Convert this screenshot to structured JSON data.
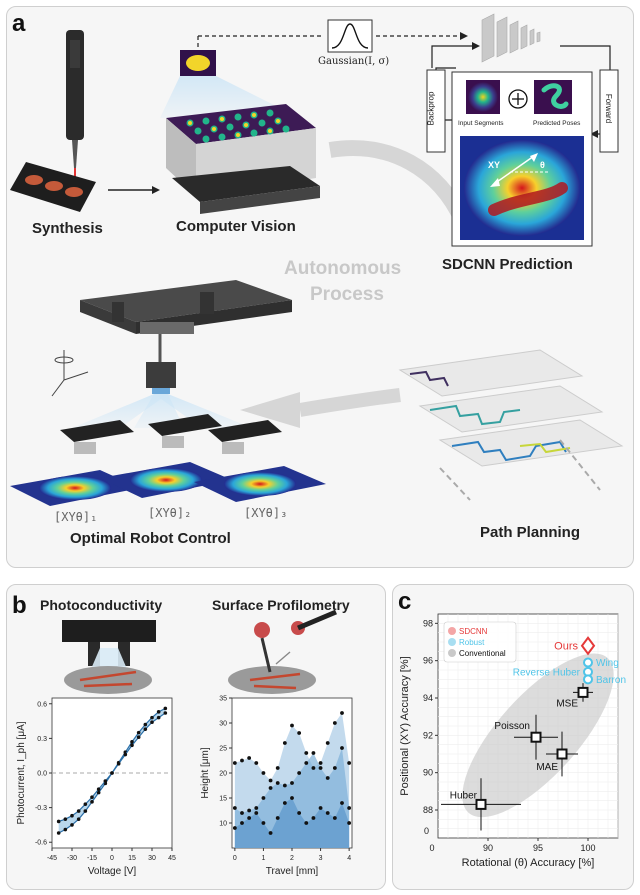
{
  "panel_a": {
    "label": "a",
    "synthesis": "Synthesis",
    "computer_vision": "Computer Vision",
    "gaussian": "Gaussian(I, σ)",
    "backprop": "Backprop",
    "forward": "Forward",
    "input_segments": "Input Segments",
    "predicted_poses": "Predicted Poses",
    "xy": "XY",
    "theta": "θ",
    "sdcnn_prediction": "SDCNN Prediction",
    "autonomous": "Autonomous",
    "process": "Process",
    "pose1": "[XYθ]₁",
    "pose2": "[XYθ]₂",
    "pose3": "[XYθ]₃",
    "optimal_robot_control": "Optimal Robot Control",
    "path_planning": "Path Planning"
  },
  "panel_b": {
    "label": "b",
    "photoconductivity": "Photoconductivity",
    "surface_profilometry": "Surface Profilometry"
  },
  "panel_c": {
    "label": "c"
  },
  "chart_data": [
    {
      "type": "line",
      "xlabel": "Voltage [V]",
      "ylabel": "Photocurrent, I_ph [μA]",
      "xlim": [
        -45,
        45
      ],
      "ylim": [
        -0.65,
        0.65
      ],
      "xticks": [
        -45,
        -30,
        -15,
        0,
        15,
        30,
        45
      ],
      "yticks": [
        -0.6,
        -0.3,
        0.0,
        0.3,
        0.6
      ],
      "ytick_labels": [
        "-0.6",
        "-0.3",
        "0.0",
        "0.3",
        "0.6"
      ],
      "reference_line": 0,
      "series": [
        {
          "x": [
            -40,
            -35,
            -30,
            -25,
            -20,
            -15,
            -10,
            -5,
            0,
            5,
            10,
            15,
            20,
            25,
            30,
            35,
            40
          ],
          "values": [
            -0.52,
            -0.49,
            -0.45,
            -0.4,
            -0.33,
            -0.25,
            -0.17,
            -0.09,
            0.0,
            0.09,
            0.18,
            0.27,
            0.35,
            0.42,
            0.48,
            0.53,
            0.56
          ]
        },
        {
          "x": [
            -40,
            -35,
            -30,
            -25,
            -20,
            -15,
            -10,
            -5,
            0,
            5,
            10,
            15,
            20,
            25,
            30,
            35,
            40
          ],
          "values": [
            -0.42,
            -0.4,
            -0.37,
            -0.33,
            -0.27,
            -0.21,
            -0.14,
            -0.07,
            0.0,
            0.08,
            0.16,
            0.24,
            0.31,
            0.38,
            0.44,
            0.48,
            0.52
          ]
        }
      ]
    },
    {
      "type": "area",
      "xlabel": "Travel [mm]",
      "ylabel": "Height [μm]",
      "xlim": [
        -0.1,
        4.1
      ],
      "ylim": [
        5,
        35
      ],
      "xticks": [
        0,
        1,
        2,
        3,
        4
      ],
      "yticks": [
        10,
        15,
        20,
        25,
        30,
        35
      ],
      "series": [
        {
          "x": [
            0,
            0.25,
            0.5,
            0.75,
            1.0,
            1.25,
            1.5,
            1.75,
            2.0,
            2.25,
            2.5,
            2.75,
            3.0,
            3.25,
            3.5,
            3.75,
            4.0
          ],
          "values": [
            22,
            22.5,
            23,
            22,
            20,
            18.5,
            21,
            26,
            29.5,
            28,
            24,
            21,
            22,
            26,
            30,
            32,
            22
          ]
        },
        {
          "x": [
            0,
            0.25,
            0.5,
            0.75,
            1.0,
            1.25,
            1.5,
            1.75,
            2.0,
            2.25,
            2.5,
            2.75,
            3.0,
            3.25,
            3.5,
            3.75,
            4.0
          ],
          "values": [
            13,
            12,
            12.5,
            13,
            15,
            17,
            18,
            17.5,
            18,
            20,
            22,
            24,
            21,
            19,
            21,
            25,
            13
          ]
        },
        {
          "x": [
            0,
            0.25,
            0.5,
            0.75,
            1.0,
            1.25,
            1.5,
            1.75,
            2.0,
            2.25,
            2.5,
            2.75,
            3.0,
            3.25,
            3.5,
            3.75,
            4.0
          ],
          "values": [
            9,
            10,
            11,
            12,
            10,
            8,
            11,
            14,
            15,
            12,
            10,
            11,
            13,
            12,
            11,
            14,
            10
          ]
        }
      ]
    },
    {
      "type": "scatter",
      "xlabel": "Rotational (θ) Accuracy [%]",
      "ylabel": "Positional (XY) Accuracy [%]",
      "xlim": [
        85,
        103
      ],
      "ylim": [
        86.5,
        98.5
      ],
      "xticks": [
        90,
        95,
        100
      ],
      "yticks": [
        88,
        90,
        92,
        94,
        96,
        98
      ],
      "axis_break_label": "0",
      "legend": [
        "SDCNN",
        "Robust",
        "Conventional"
      ],
      "legend_position": "top-left",
      "points": [
        {
          "name": "Ours",
          "x": 100.0,
          "y": 96.8,
          "group": "SDCNN"
        },
        {
          "name": "Wing",
          "x": 100.0,
          "y": 95.9,
          "group": "Robust"
        },
        {
          "name": "Reverse Huber",
          "x": 100.0,
          "y": 95.4,
          "group": "Robust"
        },
        {
          "name": "Barron",
          "x": 100.0,
          "y": 95.0,
          "group": "Robust"
        },
        {
          "name": "MSE",
          "x": 99.5,
          "y": 94.3,
          "group": "Conventional"
        },
        {
          "name": "Poisson",
          "x": 94.8,
          "y": 91.9,
          "group": "Conventional"
        },
        {
          "name": "MAE",
          "x": 97.4,
          "y": 91.0,
          "group": "Conventional"
        },
        {
          "name": "Huber",
          "x": 89.3,
          "y": 88.3,
          "group": "Conventional"
        }
      ],
      "colors": {
        "sdcnn": "#e53939",
        "robust": "#4fc4e8",
        "conventional": "#111111"
      }
    }
  ]
}
